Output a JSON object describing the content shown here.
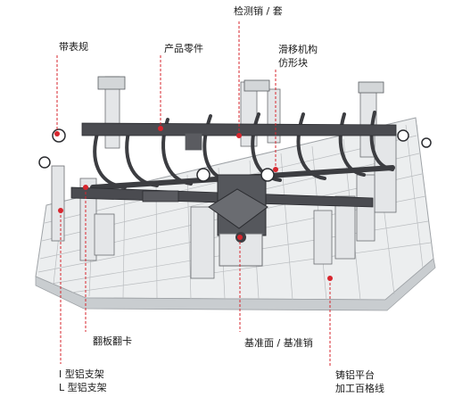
{
  "colors": {
    "accent": "#d7262e",
    "frame": "#3c3d41",
    "plate": "#eceeef",
    "grid": "#b9bcbf"
  },
  "callouts": {
    "inspection_pin": "检测销 / 套",
    "dial_gauge": "带表规",
    "product_part": "产品零件",
    "slide_mechanism_line1": "滑移机构",
    "slide_mechanism_line2": "仿形块",
    "flip_clamp": "翻板翻卡",
    "datum": "基准面 / 基准销",
    "aluminum_bracket_line1": "I 型铝支架",
    "aluminum_bracket_line2": "L 型铝支架",
    "cast_platform_line1": "铸铝平台",
    "cast_platform_line2": "加工百格线"
  }
}
